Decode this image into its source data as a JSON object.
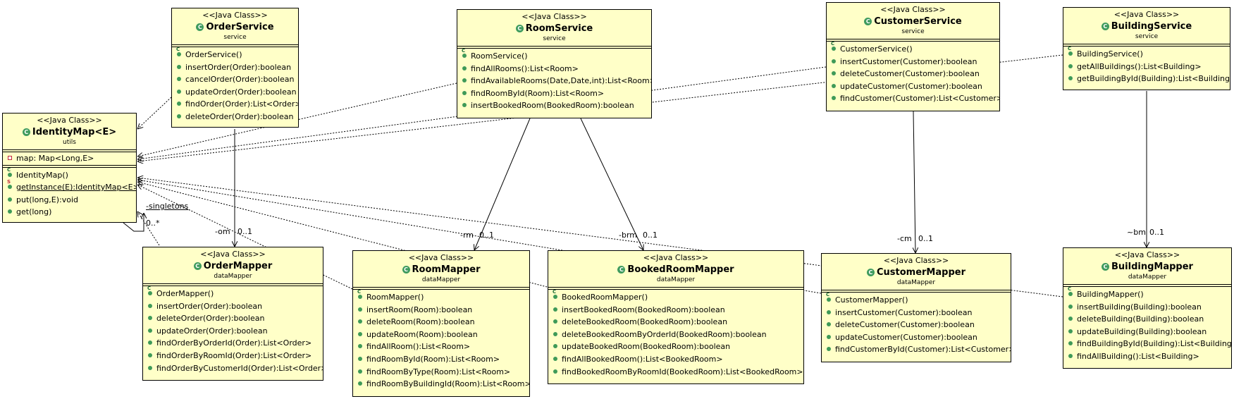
{
  "stereotype": "<<Java Class>>",
  "classes": {
    "orderService": {
      "name": "OrderService",
      "package": "service",
      "members": [
        "OrderService()",
        "insertOrder(Order):boolean",
        "cancelOrder(Order):boolean",
        "updateOrder(Order):boolean",
        "findOrder(Order):List<Order>",
        "deleteOrder(Order):boolean"
      ]
    },
    "roomService": {
      "name": "RoomService",
      "package": "service",
      "members": [
        "RoomService()",
        "findAllRooms():List<Room>",
        "findAvailableRooms(Date,Date,int):List<Room>",
        "findRoomById(Room):List<Room>",
        "insertBookedRoom(BookedRoom):boolean"
      ]
    },
    "customerService": {
      "name": "CustomerService",
      "package": "service",
      "members": [
        "CustomerService()",
        "insertCustomer(Customer):boolean",
        "deleteCustomer(Customer):boolean",
        "updateCustomer(Customer):boolean",
        "findCustomer(Customer):List<Customer>"
      ]
    },
    "buildingService": {
      "name": "BuildingService",
      "package": "service",
      "members": [
        "BuildingService()",
        "getAllBuildings():List<Building>",
        "getBuildingById(Building):List<Building>"
      ]
    },
    "identityMap": {
      "name": "IdentityMap<E>",
      "package": "utils",
      "fields": [
        "map: Map<Long,E>"
      ],
      "members": [
        "IdentityMap()",
        "getInstance(E):IdentityMap<E>",
        "put(long,E):void",
        "get(long)"
      ]
    },
    "orderMapper": {
      "name": "OrderMapper",
      "package": "dataMapper",
      "members": [
        "OrderMapper()",
        "insertOrder(Order):boolean",
        "deleteOrder(Order):boolean",
        "updateOrder(Order):boolean",
        "findOrderByOrderId(Order):List<Order>",
        "findOrderByRoomId(Order):List<Order>",
        "findOrderByCustomerId(Order):List<Order>"
      ]
    },
    "roomMapper": {
      "name": "RoomMapper",
      "package": "dataMapper",
      "members": [
        "RoomMapper()",
        "insertRoom(Room):boolean",
        "deleteRoom(Room):boolean",
        "updateRoom(Room):boolean",
        "findAllRoom():List<Room>",
        "findRoomById(Room):List<Room>",
        "findRoomByType(Room):List<Room>",
        "findRoomByBuildingId(Room):List<Room>"
      ]
    },
    "bookedRoomMapper": {
      "name": "BookedRoomMapper",
      "package": "dataMapper",
      "members": [
        "BookedRoomMapper()",
        "insertBookedRoom(BookedRoom):boolean",
        "deleteBookedRoom(BookedRoom):boolean",
        "deleteBookedRoomByOrderId(BookedRoom):boolean",
        "updateBookedRoom(BookedRoom):boolean",
        "findAllBookedRoom():List<BookedRoom>",
        "findBookedRoomByRoomId(BookedRoom):List<BookedRoom>"
      ]
    },
    "customerMapper": {
      "name": "CustomerMapper",
      "package": "dataMapper",
      "members": [
        "CustomerMapper()",
        "insertCustomer(Customer):boolean",
        "deleteCustomer(Customer):boolean",
        "updateCustomer(Customer):boolean",
        "findCustomerById(Customer):List<Customer>"
      ]
    },
    "buildingMapper": {
      "name": "BuildingMapper",
      "package": "dataMapper",
      "members": [
        "BuildingMapper()",
        "insertBuilding(Building):boolean",
        "deleteBuilding(Building):boolean",
        "updateBuilding(Building):boolean",
        "findBuildingById(Building):List<Building>",
        "findAllBuilding():List<Building>"
      ]
    }
  },
  "associations": {
    "om": {
      "role": "-om",
      "mult": "0..1"
    },
    "rm": {
      "role": "-rm",
      "mult": "0..1"
    },
    "brm": {
      "role": "-brm",
      "mult": "0..1"
    },
    "cm": {
      "role": "-cm",
      "mult": "0..1"
    },
    "bm": {
      "role": "~bm",
      "mult": "0..1"
    },
    "singletons": {
      "role": "-singletons",
      "mult": "0..*"
    }
  }
}
